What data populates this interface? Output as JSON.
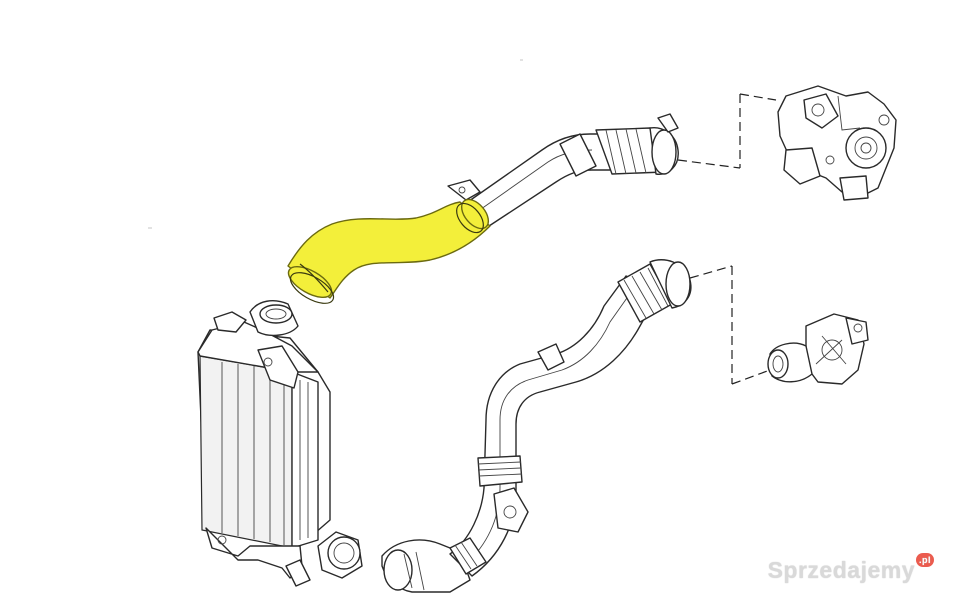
{
  "diagram": {
    "parts": [
      {
        "id": "intercooler",
        "icon": "intercooler-radiator-icon",
        "highlighted": false
      },
      {
        "id": "upper-intake-hose",
        "icon": "hose-icon",
        "highlighted": true,
        "highlight_color": "#f3ef3a"
      },
      {
        "id": "upper-rigid-pipe",
        "icon": "pipe-icon",
        "highlighted": false
      },
      {
        "id": "turbocharger",
        "icon": "turbocharger-icon",
        "highlighted": false
      },
      {
        "id": "lower-outlet-pipe",
        "icon": "pipe-icon",
        "highlighted": false
      },
      {
        "id": "throttle-body",
        "icon": "throttle-valve-icon",
        "highlighted": false
      }
    ],
    "leader_style": "dashed"
  },
  "watermark": {
    "text": "Sprzedajemy",
    "badge": ".pl",
    "badge_color": "#e94a3b"
  }
}
